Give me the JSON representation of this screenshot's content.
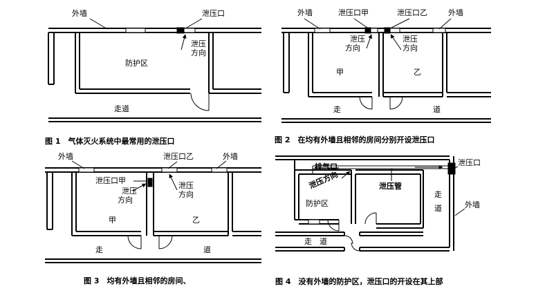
{
  "fig1": {
    "outer_wall": "外墙",
    "vent": "泄压口",
    "vent_dir_1": "泄压",
    "vent_dir_2": "方向",
    "zone": "防护区",
    "corridor": "走道",
    "caption": "图 1　气体灭火系统中最常用的泄压口"
  },
  "fig2": {
    "outer_wall_left": "外墙",
    "vent_a": "泄压口甲",
    "vent_b": "泄压口乙",
    "outer_wall_right": "外墙",
    "dir_a_1": "泄压",
    "dir_a_2": "方向",
    "dir_b_1": "泄压",
    "dir_b_2": "方向",
    "room_a": "甲",
    "room_b": "乙",
    "corridor_1": "走",
    "corridor_2": "道",
    "caption": "图 2　在均有外墙且相邻的房间分别开设泄压口"
  },
  "fig3": {
    "outer_wall_left": "外墙",
    "vent_b": "泄压口乙",
    "outer_wall_right": "外墙",
    "vent_a": "泄压口甲",
    "dir_a_1": "泄压",
    "dir_a_2": "方向",
    "dir_b_1": "泄压",
    "dir_b_2": "方向",
    "room_a": "甲",
    "room_b": "乙",
    "corridor_1": "走",
    "corridor_2": "道",
    "caption": "图 3　均有外墙且相邻的房间、"
  },
  "fig4": {
    "exhaust": "排气口",
    "vent_dir": "泄压方向",
    "vent": "泄压口",
    "pipe": "泄压管",
    "zone": "防护区",
    "corridor_v1": "走",
    "corridor_v2": "道",
    "outer_wall": "外墙",
    "corridor_1": "走",
    "corridor_2": "道",
    "caption": "图 4　没有外墙的防护区，泄压口的开设在其上部"
  }
}
